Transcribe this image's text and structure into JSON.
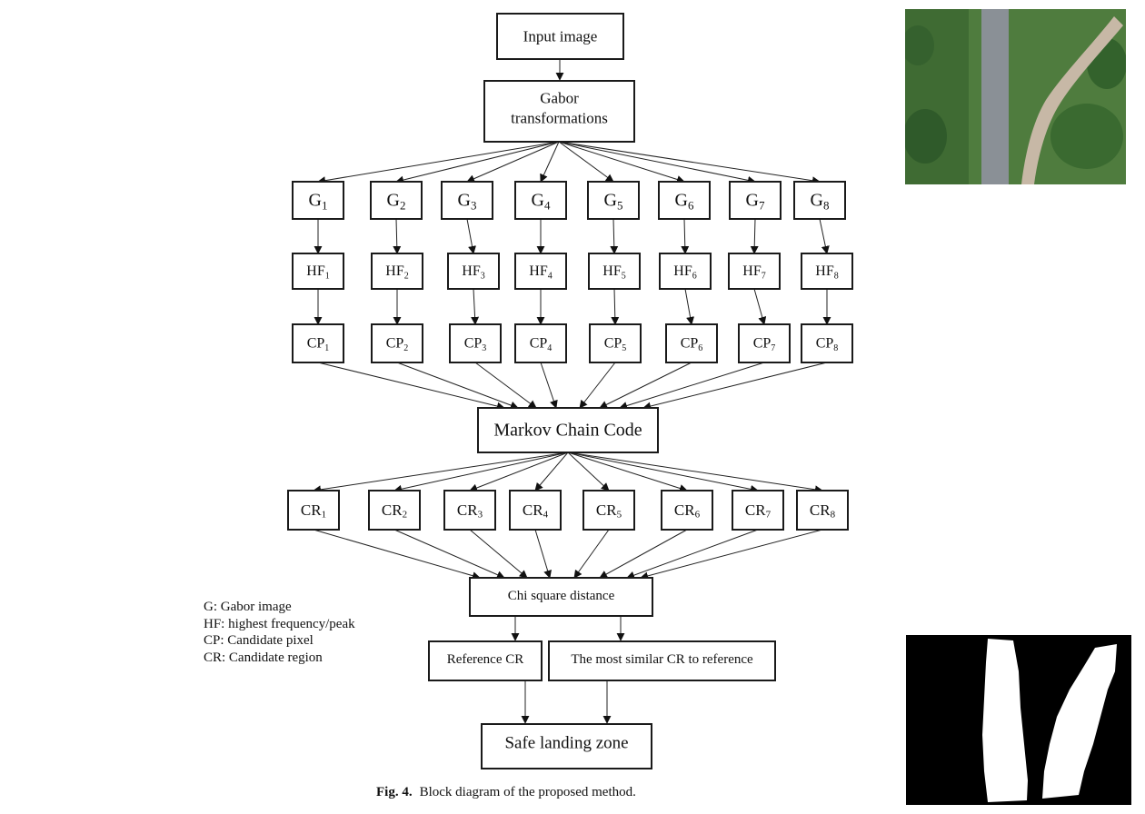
{
  "diagram": {
    "input": "Input image",
    "gabor_line1": "Gabor",
    "gabor_line2": "transformations",
    "g": [
      {
        "base": "G",
        "sub": "1"
      },
      {
        "base": "G",
        "sub": "2"
      },
      {
        "base": "G",
        "sub": "3"
      },
      {
        "base": "G",
        "sub": "4"
      },
      {
        "base": "G",
        "sub": "5"
      },
      {
        "base": "G",
        "sub": "6"
      },
      {
        "base": "G",
        "sub": "7"
      },
      {
        "base": "G",
        "sub": "8"
      }
    ],
    "hf": [
      {
        "base": "HF",
        "sub": "1"
      },
      {
        "base": "HF",
        "sub": "2"
      },
      {
        "base": "HF",
        "sub": "3"
      },
      {
        "base": "HF",
        "sub": "4"
      },
      {
        "base": "HF",
        "sub": "5"
      },
      {
        "base": "HF",
        "sub": "6"
      },
      {
        "base": "HF",
        "sub": "7"
      },
      {
        "base": "HF",
        "sub": "8"
      }
    ],
    "cp": [
      {
        "base": "CP",
        "sub": "1"
      },
      {
        "base": "CP",
        "sub": "2"
      },
      {
        "base": "CP",
        "sub": "3"
      },
      {
        "base": "CP",
        "sub": "4"
      },
      {
        "base": "CP",
        "sub": "5"
      },
      {
        "base": "CP",
        "sub": "6"
      },
      {
        "base": "CP",
        "sub": "7"
      },
      {
        "base": "CP",
        "sub": "8"
      }
    ],
    "markov": "Markov Chain Code",
    "cr": [
      {
        "base": "CR",
        "sub": "1"
      },
      {
        "base": "CR",
        "sub": "2"
      },
      {
        "base": "CR",
        "sub": "3"
      },
      {
        "base": "CR",
        "sub": "4"
      },
      {
        "base": "CR",
        "sub": "5"
      },
      {
        "base": "CR",
        "sub": "6"
      },
      {
        "base": "CR",
        "sub": "7"
      },
      {
        "base": "CR",
        "sub": "8"
      }
    ],
    "chi": "Chi square distance",
    "reference": "Reference CR",
    "similar": "The most similar CR to reference",
    "safe": "Safe landing zone"
  },
  "legend": [
    "G: Gabor image",
    "HF: highest frequency/peak",
    "CP: Candidate pixel",
    "CR: Candidate region"
  ],
  "caption": {
    "label": "Fig. 4.",
    "text": "Block diagram of the proposed method."
  },
  "colors": {
    "grass": "#4f7c3e",
    "road": "#8a9096",
    "path": "#c7b8a6",
    "mask_bg": "#000000",
    "mask_fg": "#ffffff"
  }
}
